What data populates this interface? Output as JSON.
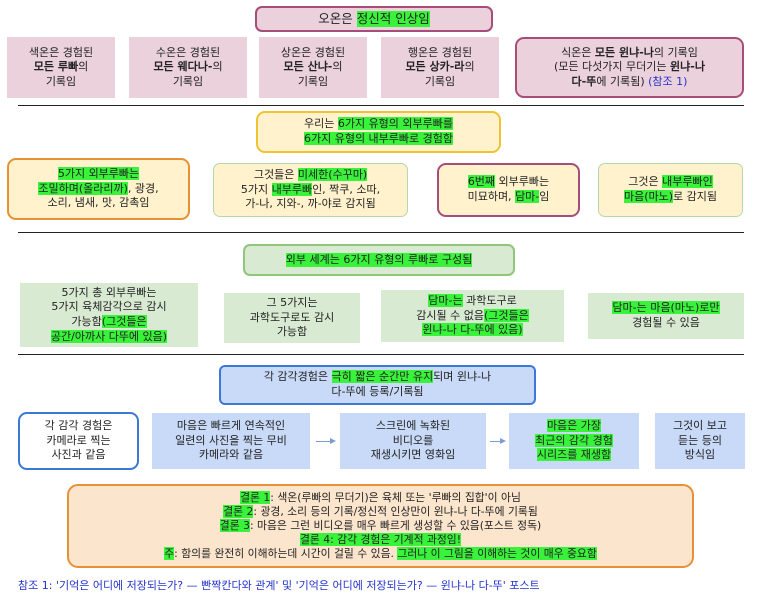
{
  "title": {
    "prefix": "오온은 ",
    "highlight": "정신적 인상임"
  },
  "row1": {
    "box1": {
      "l1": "색온은 경험된",
      "l2": "모든 루빠",
      "l2b": "의",
      "l3": "기록임"
    },
    "box2": {
      "l1": "수온은 경험된",
      "l2": "모든 웨다나-",
      "l2b": "의",
      "l3": "기록임"
    },
    "box3": {
      "l1": "상온은 경험된",
      "l2": "모든 산냐-",
      "l2b": "의",
      "l3": "기록임"
    },
    "box4": {
      "l1": "행온은 경험된",
      "l2": "모든 상카-라",
      "l2b": "의",
      "l3": "기록임"
    },
    "box5": {
      "l1a": "식온은 ",
      "l1b": "모든 윈냐-나",
      "l1c": "의 기록임",
      "l2a": "(모든 다섯가지 무더기는 ",
      "l2b": "윈냐-나",
      "l3a": "다-뚜",
      "l3b": "에 기록됨) ",
      "ref": "(참조 1)"
    }
  },
  "row2": {
    "top": {
      "l1a": "우리는 ",
      "l1b": "6가지 유형의 외부루빠를",
      "l2": "6가지 유형의 내부루빠로 경험함"
    },
    "b1": {
      "l1": "5가지 외부루빠는",
      "l2a": "조밀하며(올라리까)",
      "l2b": ", 광경,",
      "l3": "소리, 냄새, 맛, 감촉임"
    },
    "b2": {
      "l1a": "그것들은 ",
      "l1b": "미세한(수꾸마)",
      "l2a": "5가지 ",
      "l2b": "내부루빠",
      "l2c": "인, 짝쿠, 소따,",
      "l3": "가-나, 지와-, 까-야로 감지됨"
    },
    "b3": {
      "l1a": "6번째",
      "l1b": " 외부루빠는",
      "l2a": "미묘하며, ",
      "l2b": "담마-",
      "l2c": "임"
    },
    "b4": {
      "l1a": "그것은 ",
      "l1b": "내부루빠인",
      "l2a": "마음(마노)",
      "l2b": "로 감지됨"
    }
  },
  "row3": {
    "top": "외부 세계는 6가지 유형의 루빠로 구성됨",
    "b1": {
      "l1": "5가지 총 외부루빠는",
      "l2": "5가지 육체감각으로 감시",
      "l3a": "가능함",
      "l3b": "(그것들은",
      "l4": "공간/아까사 다뚜에 있음)"
    },
    "b2": {
      "l1": "그 5가지는",
      "l2": "과학도구로도 감시",
      "l3": "가능함"
    },
    "b3": {
      "l1a": "담마-는",
      "l1b": " 과학도구로",
      "l2a": "감시될 수 없음",
      "l2b": "(그것들은",
      "l3": "윈냐-나 다-뚜에 있음)"
    },
    "b4": {
      "l1": "담마-는 마음(마노)로만",
      "l2": "경험될 수 있음"
    }
  },
  "row4": {
    "top": {
      "l1a": "각 감각경험은 ",
      "l1b": "극히 짧은 순간만 유지",
      "l1c": "되며 윈냐-나",
      "l2": "다-뚜에 등록/기록됨"
    },
    "b1": {
      "l1": "각 감각 경험은",
      "l2": "카메라로 찍는",
      "l3": "사진과 같음"
    },
    "b2": {
      "l1": "마음은 빠르게 연속적인",
      "l2": "일련의 사진을 찍는 무비",
      "l3": "카메라와 같음"
    },
    "b3": {
      "l1": "스크린에 녹화된",
      "l2": "비디오를",
      "l3": "재생시키면 영화임"
    },
    "b4": {
      "l1": "마음은 가장",
      "l2": "최근의 감각 경험",
      "l3": "시리즈를 재생함"
    },
    "b5": {
      "l1": "그것이 보고",
      "l2": "듣는 등의",
      "l3": "방식임"
    }
  },
  "conclusion": {
    "c1a": "결론 1",
    "c1b": ": 색온(루빠의 무더기)은 육체 또는 '루빠의 집합'이 아님",
    "c2a": "결론 2",
    "c2b": ": 광경, 소리 등의 기록/정신적 인상만이 윈냐-나 다-뚜에 기록됨",
    "c3a": "결론 3",
    "c3b": ": 마음은 그런 비디오를 매우 빠르게 생성할 수 있음(포스트 정독)",
    "c4": "결론 4: 감각 경험은 기계적 과정임!",
    "c5a": "주",
    "c5b": ": 함의를 완전히 이해하는데 시간이 걸릴 수 있음. ",
    "c5c": "그러나 이 그림을 이해하는 것이 매우 중요함"
  },
  "footnote": "참조 1: '기억은 어디에 저장되는가? — 빤짝칸다와 관계' 및 '기억은 어디에 저장되는가? — 윈냐-나 다-뚜' 포스트",
  "colors": {
    "pink": "#ead1dc",
    "purple_border": "#a64d79",
    "yellow": "#fff2cc",
    "orange_border": "#e69138",
    "green": "#d9ead3",
    "blue": "#c9daf8",
    "blue_border": "#3c78d8",
    "orange_fill": "#fce5cd",
    "highlight": "#39f23a"
  }
}
